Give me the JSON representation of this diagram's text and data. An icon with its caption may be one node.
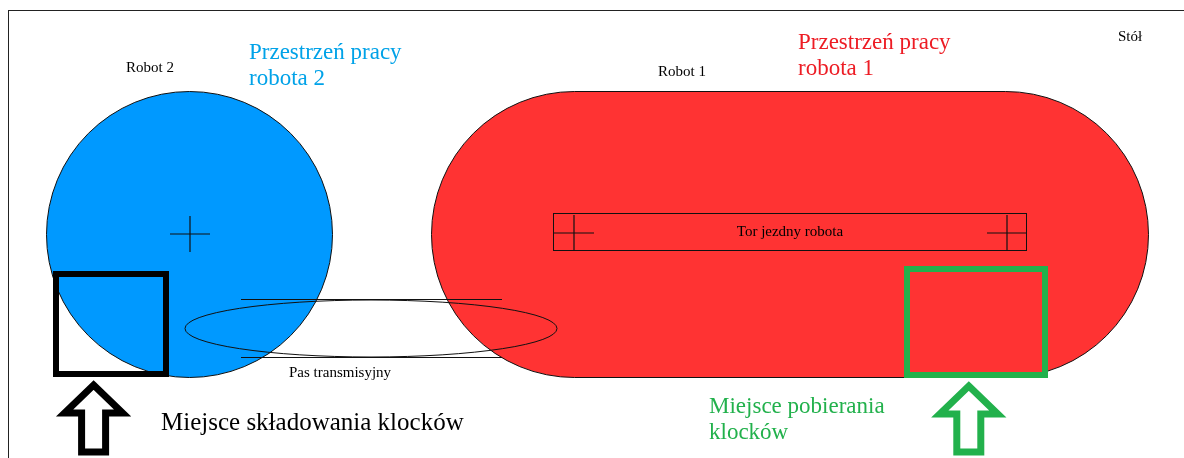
{
  "diagram": {
    "nodes": [
      {
        "text": [
          "Stół"
        ]
      },
      {
        "text": [],
        "shape": "circle",
        "in": 0,
        "beside": [
          "Robot 2",
          "Przestrzeń pracy robota 2"
        ]
      },
      {
        "text": [],
        "shape": "stadium",
        "in": 0,
        "beside": [
          "Robot 1",
          "Przestrzeń pracy robota 1"
        ]
      },
      {
        "text": [
          "Tor jezdny robota"
        ],
        "in": 2
      },
      {
        "text": [
          "Pas transmisyjny"
        ],
        "in": 0
      },
      {
        "text": [],
        "shape": "box",
        "in": 1
      },
      {
        "text": [],
        "shape": "box",
        "in": 2
      }
    ],
    "edges": [
      {
        "from": null,
        "to": 5,
        "arrow": "to",
        "style": "thick"
      },
      {
        "from": null,
        "to": 6,
        "arrow": "to",
        "style": "thick",
        "color": "#22b14c"
      }
    ],
    "labels": [
      "Miejsce składowania klocków",
      "Miejsce pobierania klocków"
    ]
  }
}
